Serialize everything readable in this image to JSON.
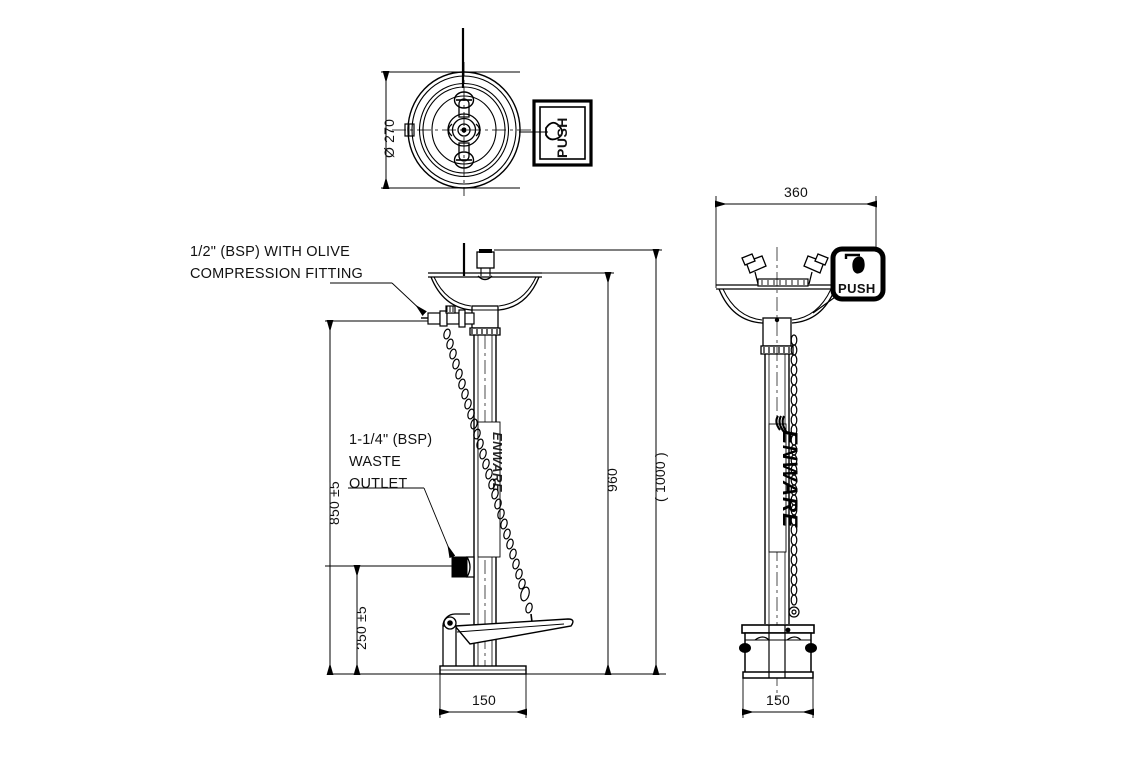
{
  "drawing": {
    "title": "Pedestal Mounted Emergency Eyewash Station",
    "brand": "ENWARE",
    "line_color": "#000000",
    "background": "#ffffff"
  },
  "views": {
    "top": {
      "name": "top-view",
      "diameter_label": "Ø 270",
      "push_label": "PUSH"
    },
    "left_elevation": {
      "name": "left-elevation-view",
      "notes": [
        {
          "line1": "1/2\" (BSP) WITH OLIVE",
          "line2": "COMPRESSION FITTING"
        },
        {
          "line1": "1-1/4\" (BSP)",
          "line2": "WASTE",
          "line3": "OUTLET"
        }
      ],
      "dimensions": {
        "height_to_bowl": "850 ±5",
        "height_to_waste": "250 ±5",
        "overall_height": "960",
        "overall_height_bracket": "( 1000 )",
        "base_width": "150"
      },
      "column_text": "ENWARE"
    },
    "front_elevation": {
      "name": "front-elevation-view",
      "dimensions": {
        "bowl_width": "360",
        "base_width": "150"
      },
      "push_label": "PUSH",
      "column_text": "ENWARE"
    }
  },
  "labels": {
    "diameter_270": "Ø 270",
    "dim_360": "360",
    "dim_150_left": "150",
    "dim_150_right": "150",
    "dim_960": "960",
    "dim_1000": "( 1000 )",
    "dim_850": "850 ±5",
    "dim_250": "250 ±5",
    "note_fitting_l1": "1/2\" (BSP) WITH OLIVE",
    "note_fitting_l2": "COMPRESSION FITTING",
    "note_waste_l1": "1-1/4\" (BSP)",
    "note_waste_l2": "WASTE",
    "note_waste_l3": "OUTLET",
    "push_top": "PUSH",
    "push_front": "PUSH",
    "brand_left": "ENWARE",
    "brand_front": "ENWARE"
  }
}
